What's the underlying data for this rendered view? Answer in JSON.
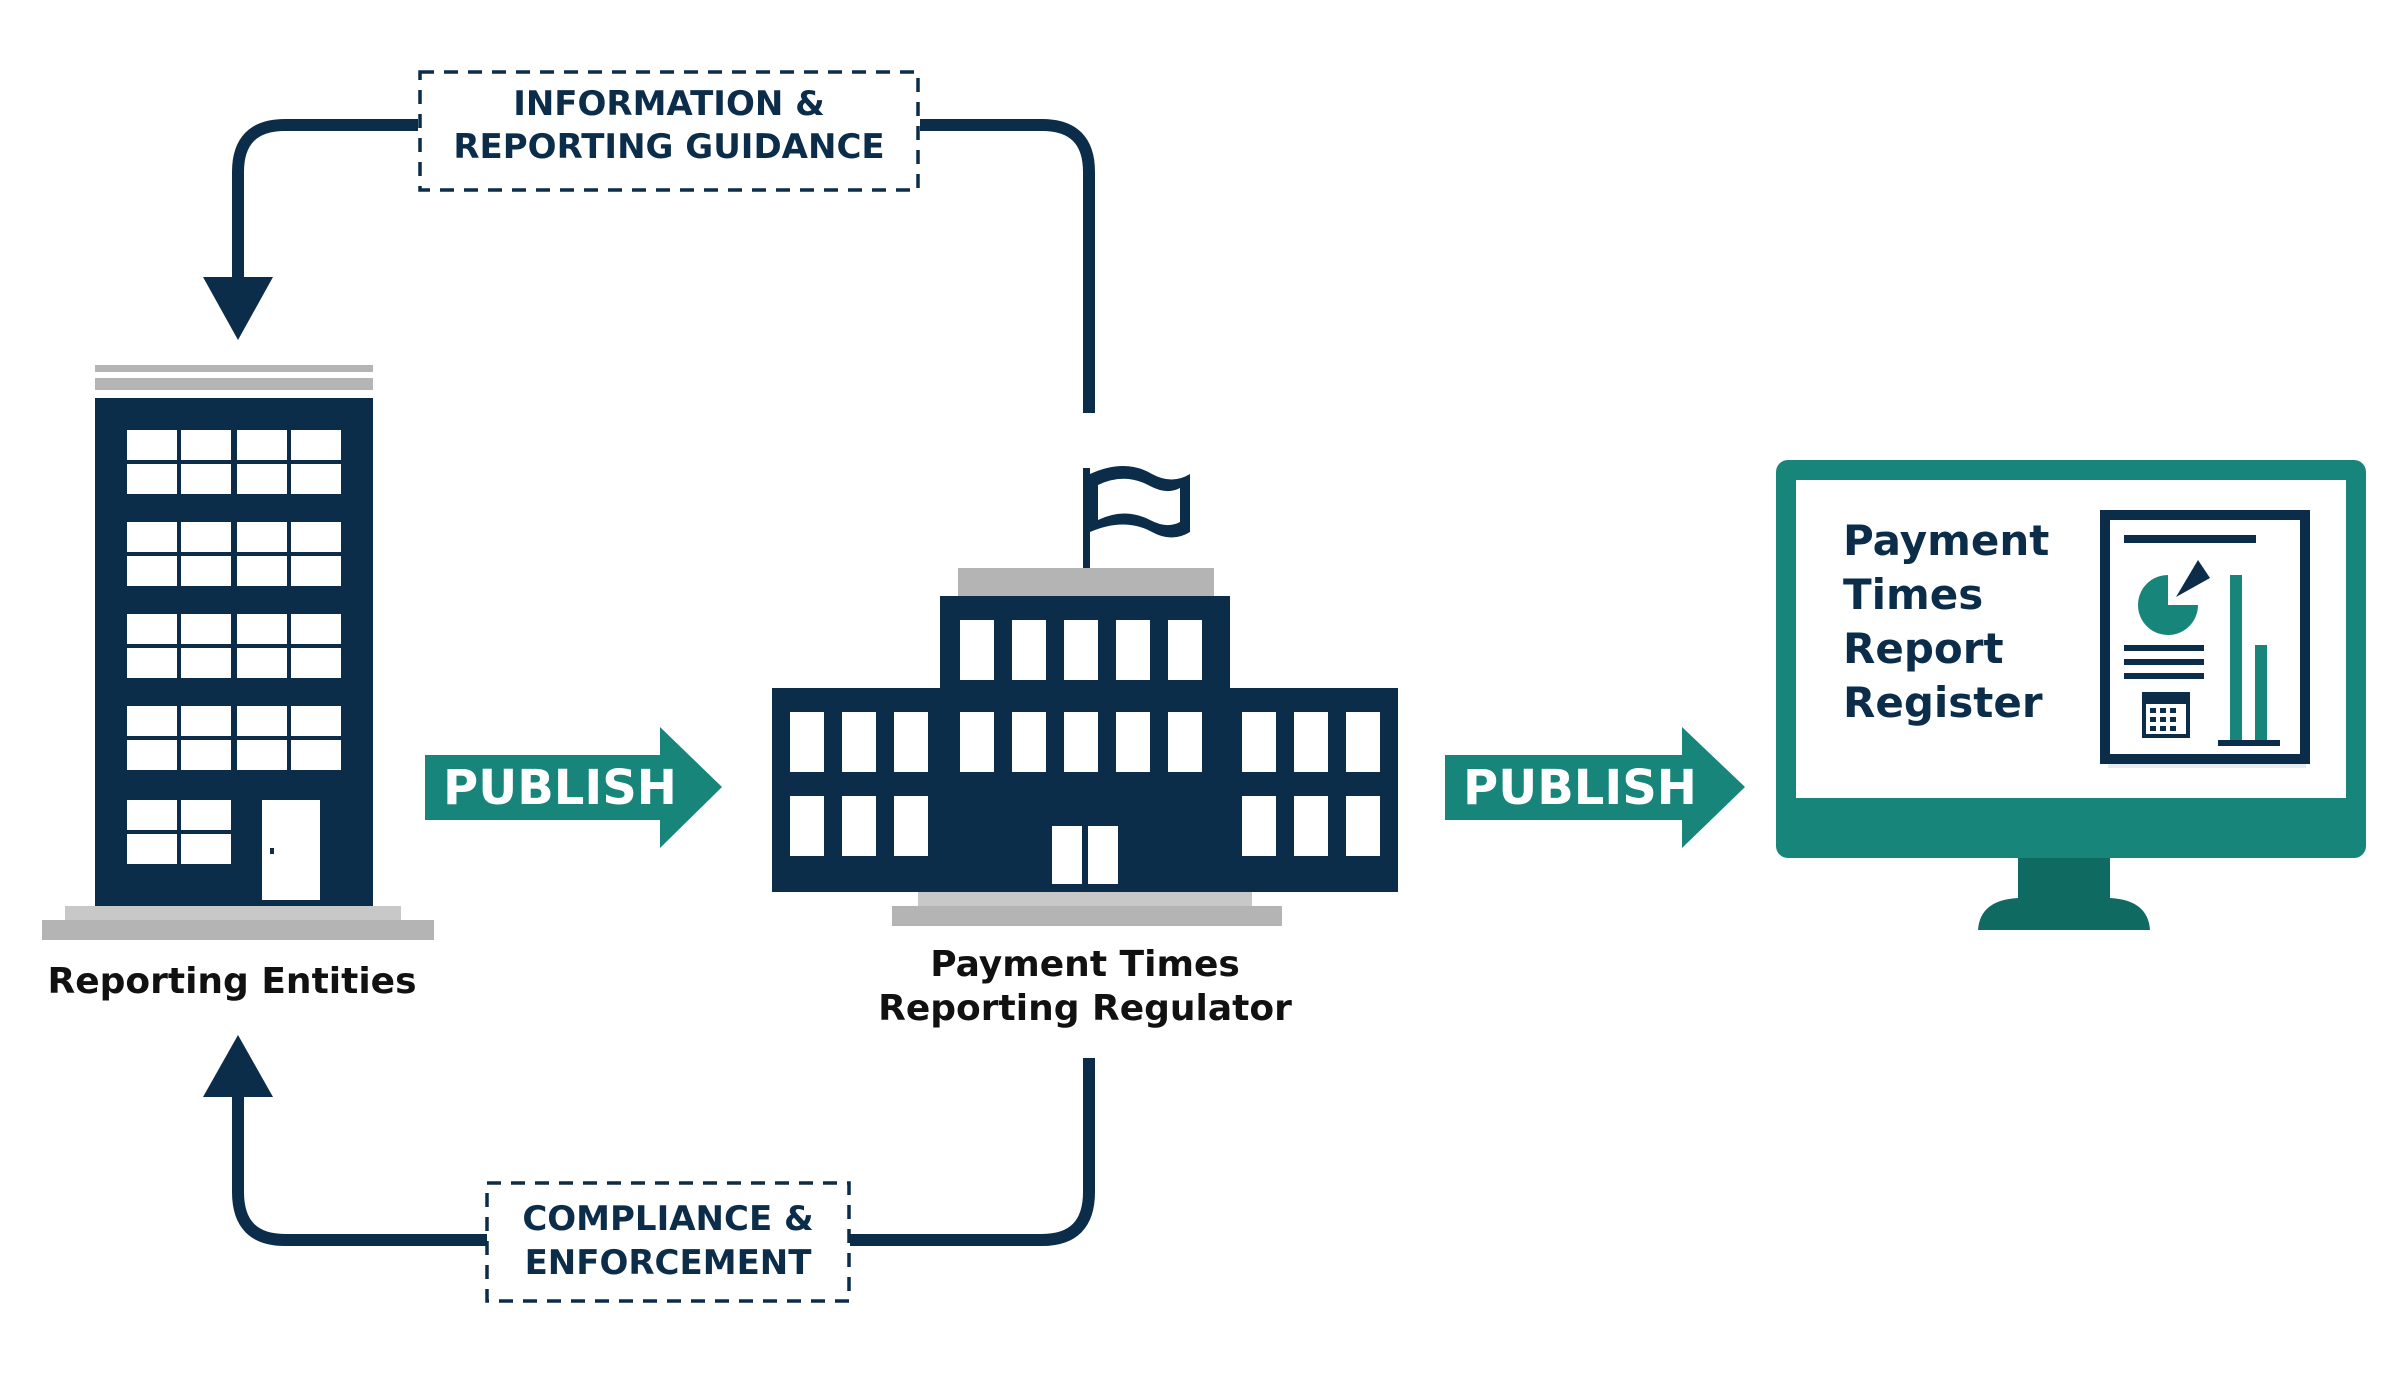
{
  "colors": {
    "navy": "#0b2d4a",
    "teal": "#17857a",
    "teal_dark": "#0f6b61",
    "gray": "#b4b4b4",
    "white": "#ffffff"
  },
  "top_box": {
    "line1": "INFORMATION &",
    "line2": "REPORTING GUIDANCE"
  },
  "bottom_box": {
    "line1": "COMPLIANCE &",
    "line2": "ENFORCEMENT"
  },
  "publish_left": "PUBLISH",
  "publish_right": "PUBLISH",
  "entity_label": "Reporting Entities",
  "regulator": {
    "line1": "Payment Times",
    "line2": "Reporting Regulator"
  },
  "register": {
    "line1": "Payment",
    "line2": "Times",
    "line3": "Report",
    "line4": "Register"
  },
  "icons": {
    "office_building": "office-building-icon",
    "government_building": "government-building-icon",
    "flag": "flag-icon",
    "monitor": "monitor-icon",
    "report_document": "report-document-icon",
    "pie_chart": "pie-chart-icon",
    "bar_chart": "bar-chart-icon",
    "calendar": "calendar-icon"
  }
}
